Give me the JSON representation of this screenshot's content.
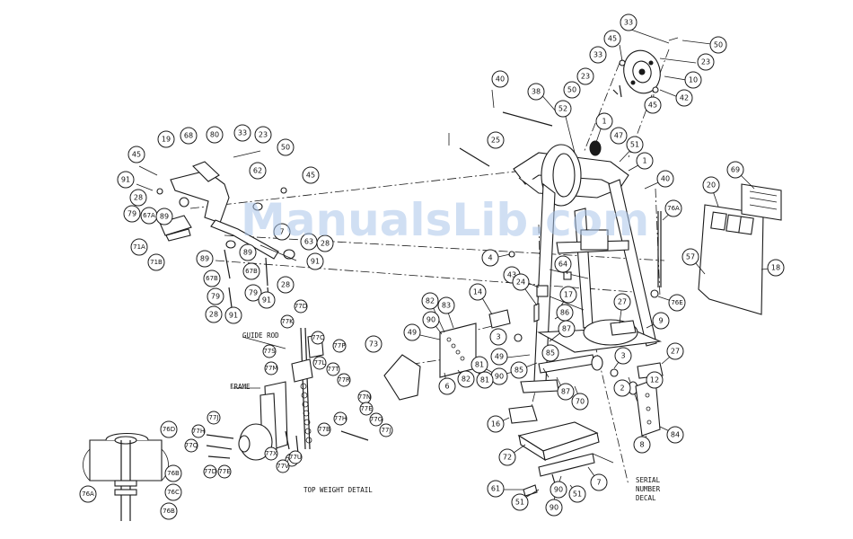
{
  "watermark": "ManualsLib.com",
  "notes": {
    "guide_rod": "GUIDE ROD",
    "frame": "FRAME",
    "top_weight_detail": "TOP WEIGHT DETAIL",
    "serial_decal_1": "SERIAL",
    "serial_decal_2": "NUMBER",
    "serial_decal_3": "DECAL"
  },
  "callouts_main": [
    "33",
    "45",
    "50",
    "23",
    "10",
    "42",
    "45",
    "33",
    "23",
    "50",
    "40",
    "38",
    "52",
    "1",
    "47",
    "51",
    "1",
    "40",
    "25",
    "69",
    "20",
    "18",
    "57",
    "76A",
    "76E",
    "4",
    "64",
    "43",
    "24",
    "14",
    "17",
    "86",
    "27",
    "9",
    "27",
    "3",
    "87",
    "2",
    "3",
    "12",
    "85",
    "49",
    "85",
    "87",
    "70",
    "8",
    "84",
    "82",
    "90",
    "83",
    "81",
    "49",
    "90",
    "82",
    "81",
    "6",
    "73",
    "16",
    "72",
    "7",
    "61",
    "90",
    "51",
    "51",
    "90"
  ],
  "callouts_arm": [
    "45",
    "19",
    "68",
    "80",
    "33",
    "23",
    "50",
    "91",
    "28",
    "79",
    "67A",
    "89",
    "62",
    "45",
    "71A",
    "71B",
    "89",
    "63",
    "28",
    "91",
    "89",
    "67B",
    "67B",
    "79",
    "79",
    "28",
    "28",
    "91",
    "91",
    "7"
  ],
  "callouts_top": [
    "77D",
    "77K",
    "77C",
    "77P",
    "77L",
    "77T",
    "77S",
    "77M",
    "77R",
    "77J",
    "77H",
    "77Q",
    "77D",
    "77N",
    "77E",
    "77G",
    "77J",
    "77H",
    "77B",
    "77X",
    "77F",
    "77V",
    "77U",
    "77E"
  ],
  "callouts_detail": [
    "76D",
    "76B",
    "76C",
    "76A",
    "76B"
  ]
}
